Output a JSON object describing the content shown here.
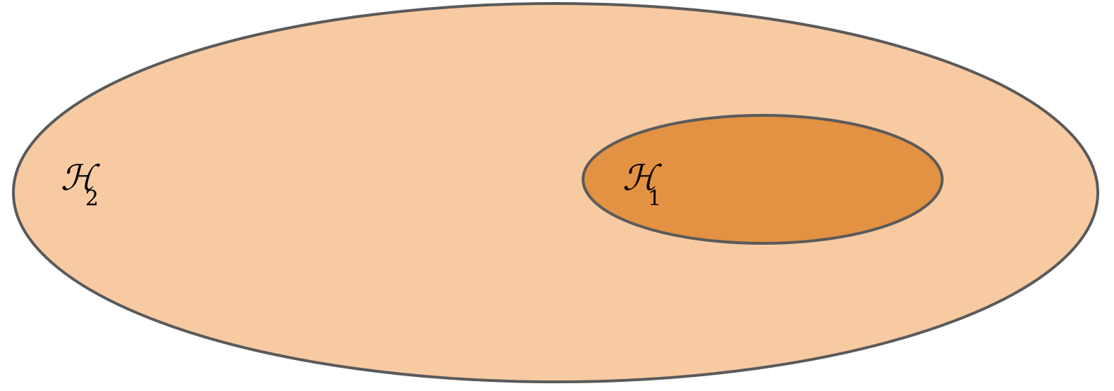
{
  "sets": {
    "outer": {
      "symbol": "ℋ",
      "subscript": "2",
      "fill": "#F7CAA2",
      "stroke": "#5A5A5A"
    },
    "inner": {
      "symbol": "ℋ",
      "subscript": "1",
      "fill": "#E39142",
      "stroke": "#5A5A5A"
    }
  }
}
